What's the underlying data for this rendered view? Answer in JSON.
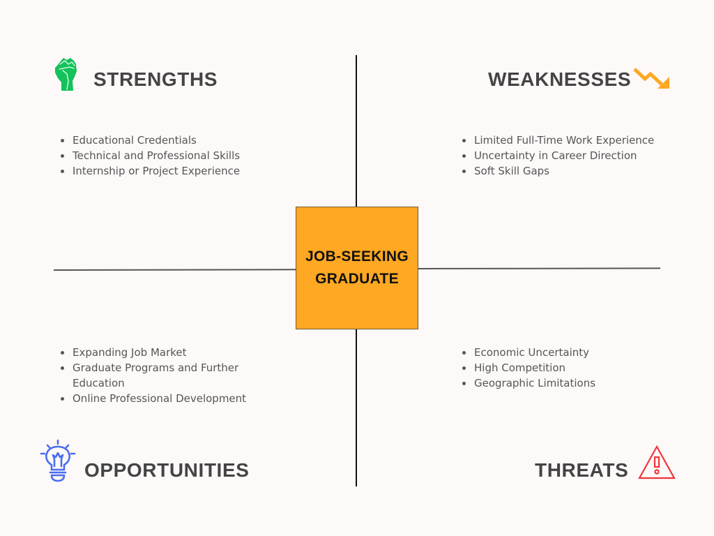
{
  "diagram": {
    "type": "SWOT analysis",
    "center": {
      "line1": "JOB-SEEKING",
      "line2": "GRADUATE",
      "fill_color": "#ffa823"
    },
    "quadrants": {
      "strengths": {
        "title": "STRENGTHS",
        "icon": "raised-fist-icon",
        "icon_color": "#14c15a",
        "items": [
          "Educational Credentials",
          "Technical and Professional Skills",
          "Internship or Project Experience"
        ]
      },
      "weaknesses": {
        "title": "WEAKNESSES",
        "icon": "trending-down-icon",
        "icon_color": "#ffa823",
        "items": [
          "Limited Full-Time Work Experience",
          "Uncertainty in Career Direction",
          "Soft Skill Gaps"
        ]
      },
      "opportunities": {
        "title": "OPPORTUNITIES",
        "icon": "lightbulb-icon",
        "icon_color": "#4a6cf0",
        "items": [
          "Expanding Job Market",
          "Graduate Programs and Further Education",
          "Online Professional Development"
        ]
      },
      "threats": {
        "title": "THREATS",
        "icon": "warning-triangle-icon",
        "icon_color": "#f0353a",
        "items": [
          "Economic Uncertainty",
          "High Competition",
          "Geographic Limitations"
        ]
      }
    },
    "colors": {
      "background": "#fdf9f8",
      "heading_text": "#444444",
      "body_text": "#555555"
    }
  }
}
